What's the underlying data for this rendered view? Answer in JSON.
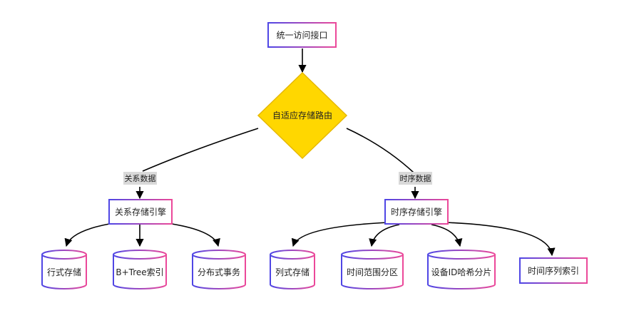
{
  "diagram": {
    "top": {
      "unified_access": "统一访问接口",
      "router": "自适应存储路由"
    },
    "edge_labels": {
      "relational": "关系数据",
      "timeseries": "时序数据"
    },
    "engines": {
      "relational": "关系存储引擎",
      "timeseries": "时序存储引擎"
    },
    "relational_children": {
      "row_storage": "行式存储",
      "btree_index": "B+Tree索引",
      "distributed_tx": "分布式事务"
    },
    "timeseries_children": {
      "column_storage": "列式存储",
      "time_range_partition": "时间范围分区",
      "device_hash_shard": "设备ID哈希分片",
      "ts_index": "时间序列索引"
    }
  },
  "colors": {
    "gradient_start": "#4f46e5",
    "gradient_end": "#ec4899",
    "router_fill": "#ffd700",
    "router_stroke": "#e6b800",
    "label_bg": "#d9d9d9",
    "arrow": "#000000"
  }
}
